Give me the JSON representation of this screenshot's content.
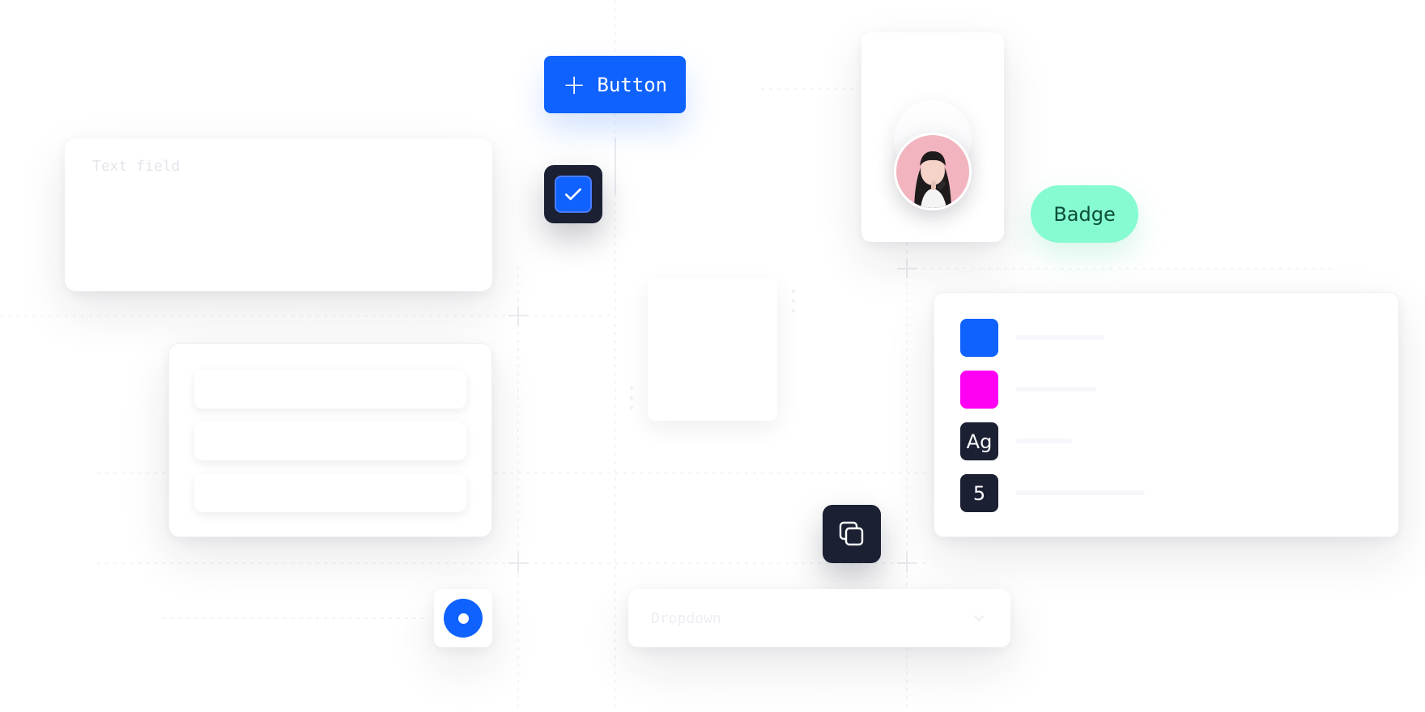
{
  "primary_button": {
    "label": "Button",
    "icon": "plus-icon"
  },
  "checkbox": {
    "checked": true,
    "icon": "checkmark-icon"
  },
  "textarea": {
    "placeholder": "Text field"
  },
  "list": {
    "items": [
      "",
      "",
      ""
    ]
  },
  "avatar": {
    "icon": "avatar-photo"
  },
  "badge": {
    "label": "Badge"
  },
  "tokens": {
    "items": [
      {
        "kind": "color",
        "color": "#0F62FE",
        "text": ""
      },
      {
        "kind": "color",
        "color": "#FF00F5",
        "text": ""
      },
      {
        "kind": "typography",
        "color": "#1B2033",
        "text": "Ag"
      },
      {
        "kind": "spacing",
        "color": "#1B2033",
        "text": "5"
      }
    ]
  },
  "copy_tile": {
    "icon": "copy-icon"
  },
  "radio": {
    "selected": true
  },
  "dropdown": {
    "placeholder": "Dropdown",
    "icon": "chevron-down-icon"
  },
  "colors": {
    "primary": "#0F62FE",
    "dark": "#1B2033",
    "badge": "#86FBD0",
    "magenta": "#FF00F5"
  }
}
